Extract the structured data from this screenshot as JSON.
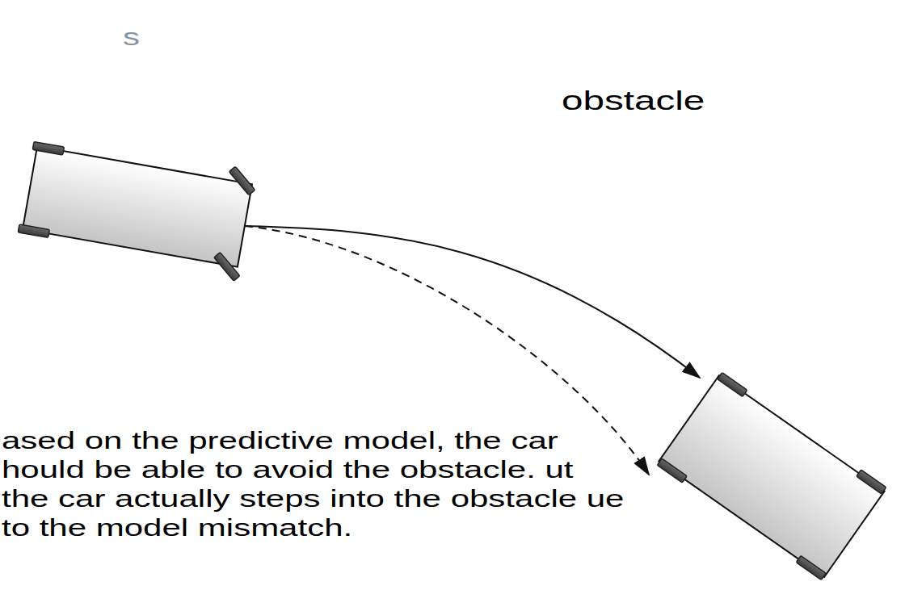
{
  "diagram": {
    "nodes": [
      {
        "text": [
          "obstacle"
        ]
      }
    ],
    "labels": [
      "s",
      "ased on the predictive model, the car hould be able to avoid the obstacle. ut the car actually steps into the obstacle ue to the model mismatch."
    ]
  }
}
